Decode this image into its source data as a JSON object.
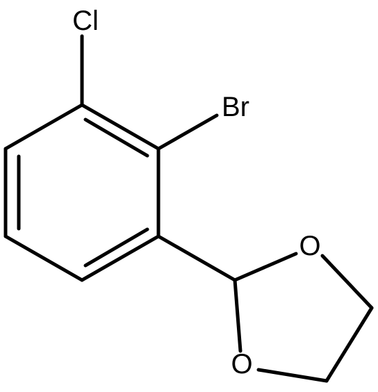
{
  "molecule": {
    "atoms": {
      "chlorine": "Cl",
      "bromine": "Br",
      "oxygen_upper": "O",
      "oxygen_lower": "O"
    },
    "colors": {
      "bond": "#000000",
      "label": "#000000",
      "background": "#ffffff"
    }
  }
}
